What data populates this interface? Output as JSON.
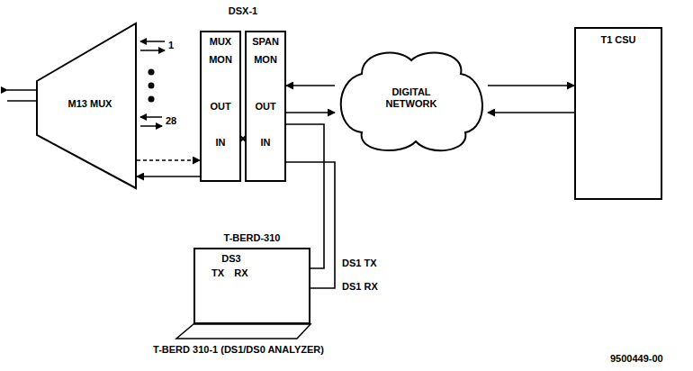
{
  "diagram": {
    "nodes": [
      {
        "text": [
          "M13 MUX"
        ]
      },
      {
        "text": [
          "DSX-1"
        ]
      },
      {
        "text": [
          "MUX",
          "MON",
          "OUT",
          "IN"
        ],
        "in": 1
      },
      {
        "text": [
          "SPAN",
          "MON",
          "OUT",
          "IN"
        ],
        "in": 1
      },
      {
        "text": [
          "DIGITAL NETWORK"
        ]
      },
      {
        "text": [
          "T1 CSU"
        ]
      },
      {
        "text": [
          "T-BERD-310",
          "DS3",
          "TX",
          "RX"
        ]
      }
    ],
    "edges": [
      {
        "from": 0,
        "to": 2,
        "arrow": "to"
      },
      {
        "from": 2,
        "to": 0,
        "arrow": "to"
      },
      {
        "from": 4,
        "to": 3,
        "arrow": "to"
      },
      {
        "from": 3,
        "to": 4,
        "arrow": "to"
      },
      {
        "from": 4,
        "to": 5,
        "arrow": "to"
      },
      {
        "from": 5,
        "to": 4,
        "arrow": "to"
      },
      {
        "from": 6,
        "to": 3,
        "arrow": "none"
      },
      {
        "from": 6,
        "to": 3,
        "arrow": "none"
      }
    ],
    "labels": [
      "1",
      "28",
      "DS1 TX",
      "DS1 RX",
      "T-BERD 310-1 (DS1/DS0 ANALYZER)",
      "9500449-00"
    ]
  }
}
